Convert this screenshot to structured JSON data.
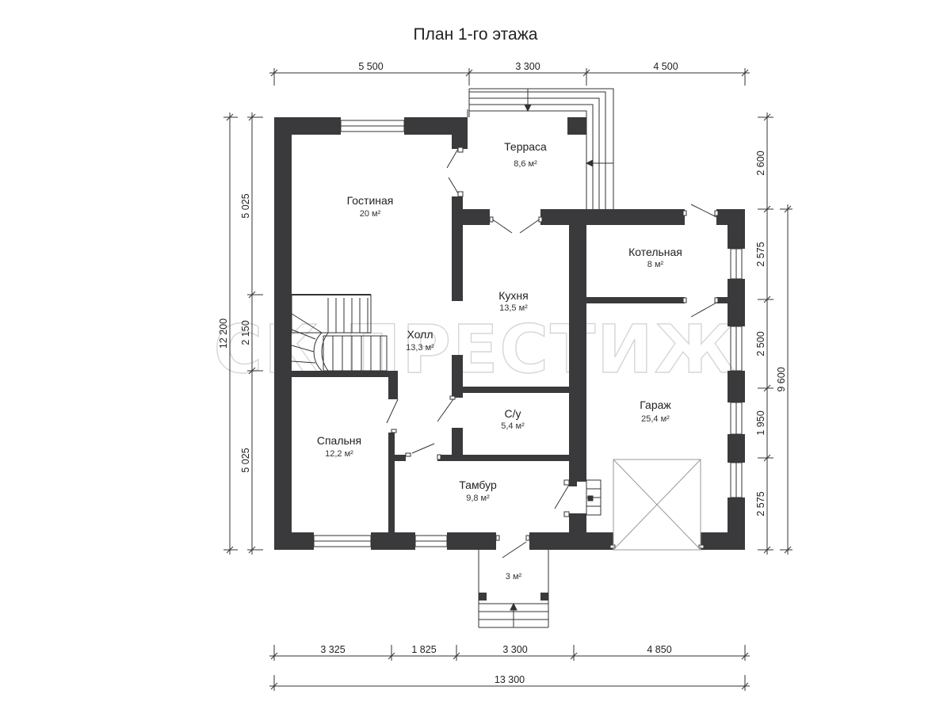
{
  "title": "План 1-го этажа",
  "watermark": "СК ПРЕСТИЖ",
  "rooms": [
    {
      "name": "Терраса",
      "area": "8,6 м²"
    },
    {
      "name": "Гостиная",
      "area": "20 м²"
    },
    {
      "name": "Котельная",
      "area": "8 м²"
    },
    {
      "name": "Кухня",
      "area": "13,5 м²"
    },
    {
      "name": "Холл",
      "area": "13,3 м²"
    },
    {
      "name": "Гараж",
      "area": "25,4 м²"
    },
    {
      "name": "С/у",
      "area": "5,4 м²"
    },
    {
      "name": "Спальня",
      "area": "12,2 м²"
    },
    {
      "name": "Тамбур",
      "area": "9,8 м²"
    },
    {
      "name": "",
      "area": "3 м²"
    }
  ],
  "dimensions": {
    "top": [
      "5 500",
      "3 300",
      "4 500"
    ],
    "bottom": [
      "3 325",
      "1 825",
      "3 300",
      "4 850"
    ],
    "bottom_total": "13 300",
    "left_inner": [
      "5 025",
      "2 150",
      "5 025"
    ],
    "left_total": "12 200",
    "right_inner": [
      "2 600",
      "2 575",
      "2 500",
      "1 950",
      "2 575"
    ],
    "right_total": "9 600"
  },
  "colors": {
    "wall": "#3a3a3c",
    "line": "#333333"
  }
}
